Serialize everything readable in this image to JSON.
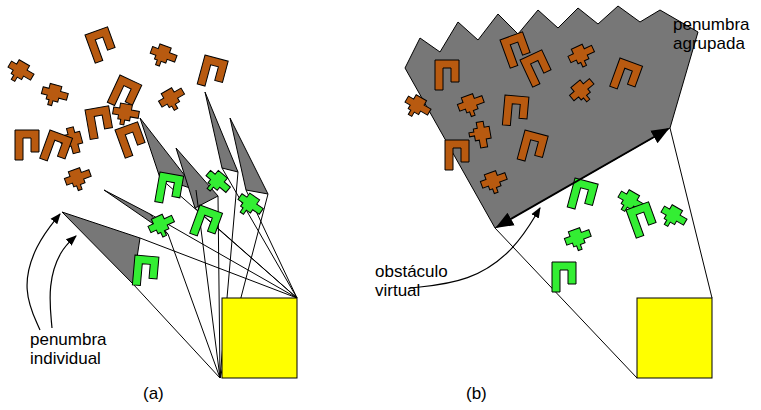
{
  "diagram": {
    "labels": [
      "penumbra individual",
      "(a)",
      "penumbra agrupada",
      "obstáculo virtual",
      "(b)"
    ]
  }
}
